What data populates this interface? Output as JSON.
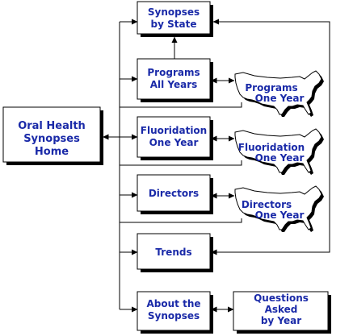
{
  "colors": {
    "label": "#1a2aa8",
    "line": "#000000",
    "shadow": "#000000"
  },
  "nodes": {
    "home": [
      "Oral Health",
      "Synopses",
      "Home"
    ],
    "synopses_by_state": [
      "Synopses",
      "by State"
    ],
    "programs_all_years": [
      "Programs",
      "All Years"
    ],
    "fluoridation_one_year": [
      "Fluoridation",
      "One Year"
    ],
    "directors": [
      "Directors"
    ],
    "trends": [
      "Trends"
    ],
    "about_synopses": [
      "About the",
      "Synopses"
    ],
    "questions_by_year": [
      "Questions",
      "Asked",
      "by Year"
    ]
  },
  "maps": {
    "programs": [
      "Programs",
      "One Year"
    ],
    "fluoridation": [
      "Fluoridation",
      "One Year"
    ],
    "directors": [
      "Directors",
      "One Year"
    ]
  },
  "icons": {
    "map": "us-map-icon"
  }
}
